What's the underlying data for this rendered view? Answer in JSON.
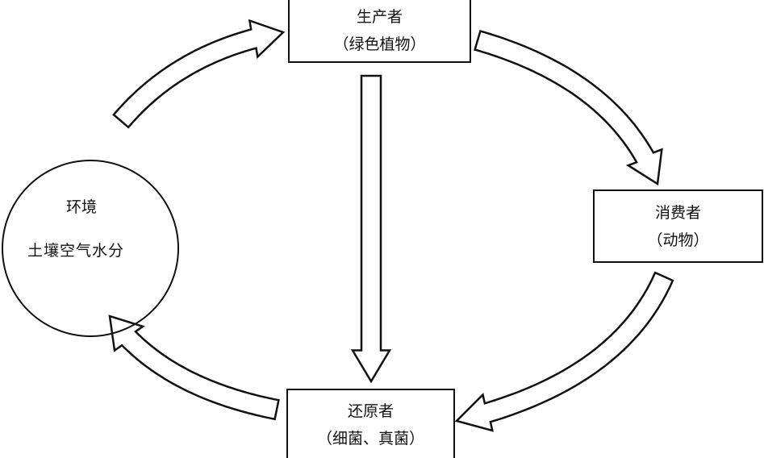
{
  "nodes": {
    "producer": {
      "title": "生产者",
      "subtitle": "（绿色植物）"
    },
    "consumer": {
      "title": "消费者",
      "subtitle": "（动物）"
    },
    "decomposer": {
      "title": "还原者",
      "subtitle": "（细菌、真菌）"
    },
    "environment": {
      "title": "环境",
      "subtitle": "土壤空气水分"
    }
  },
  "edges": [
    {
      "from": "environment",
      "to": "producer"
    },
    {
      "from": "producer",
      "to": "consumer"
    },
    {
      "from": "producer",
      "to": "decomposer"
    },
    {
      "from": "consumer",
      "to": "decomposer"
    },
    {
      "from": "decomposer",
      "to": "environment"
    }
  ],
  "colors": {
    "stroke": "#111111",
    "fill": "#ffffff"
  }
}
